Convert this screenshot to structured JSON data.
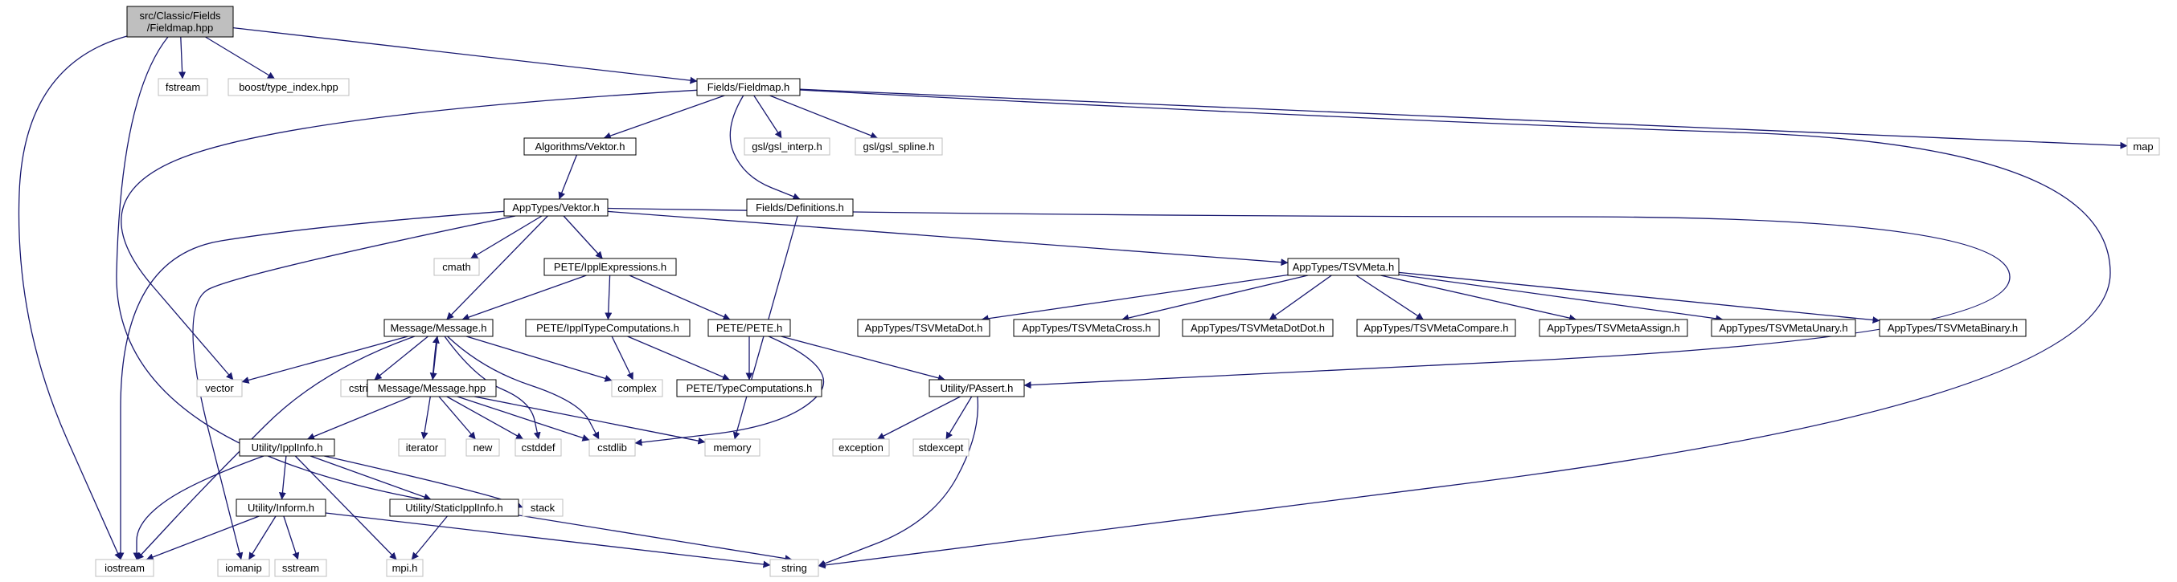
{
  "colors": {
    "edge": "#191970",
    "node_border_file": "#000000",
    "node_border_system": "#bfbfbf",
    "node_fill": "#ffffff",
    "node_fill_focus": "#bfbfbf",
    "label_text": "#000000"
  },
  "nodes": {
    "fieldmap_hpp": {
      "lines": [
        "src/Classic/Fields",
        "/Fieldmap.hpp"
      ],
      "kind": "focus"
    },
    "fstream": {
      "lines": [
        "fstream"
      ],
      "kind": "system"
    },
    "boost_type_index": {
      "lines": [
        "boost/type_index.hpp"
      ],
      "kind": "system"
    },
    "fieldmap_h": {
      "lines": [
        "Fields/Fieldmap.h"
      ],
      "kind": "file"
    },
    "algorithms_vektor": {
      "lines": [
        "Algorithms/Vektor.h"
      ],
      "kind": "file"
    },
    "gsl_interp": {
      "lines": [
        "gsl/gsl_interp.h"
      ],
      "kind": "system"
    },
    "gsl_spline": {
      "lines": [
        "gsl/gsl_spline.h"
      ],
      "kind": "system"
    },
    "map": {
      "lines": [
        "map"
      ],
      "kind": "system"
    },
    "apptypes_vektor": {
      "lines": [
        "AppTypes/Vektor.h"
      ],
      "kind": "file"
    },
    "fields_definitions": {
      "lines": [
        "Fields/Definitions.h"
      ],
      "kind": "file"
    },
    "cmath": {
      "lines": [
        "cmath"
      ],
      "kind": "system"
    },
    "pete_ippl_expressions": {
      "lines": [
        "PETE/IpplExpressions.h"
      ],
      "kind": "file"
    },
    "tsvmeta": {
      "lines": [
        "AppTypes/TSVMeta.h"
      ],
      "kind": "file"
    },
    "message_h": {
      "lines": [
        "Message/Message.h"
      ],
      "kind": "file"
    },
    "pete_ippl_type_computations": {
      "lines": [
        "PETE/IpplTypeComputations.h"
      ],
      "kind": "file"
    },
    "pete_pete": {
      "lines": [
        "PETE/PETE.h"
      ],
      "kind": "file"
    },
    "tsvmeta_dot": {
      "lines": [
        "AppTypes/TSVMetaDot.h"
      ],
      "kind": "file"
    },
    "tsvmeta_cross": {
      "lines": [
        "AppTypes/TSVMetaCross.h"
      ],
      "kind": "file"
    },
    "tsvmeta_dotdot": {
      "lines": [
        "AppTypes/TSVMetaDotDot.h"
      ],
      "kind": "file"
    },
    "tsvmeta_compare": {
      "lines": [
        "AppTypes/TSVMetaCompare.h"
      ],
      "kind": "file"
    },
    "tsvmeta_assign": {
      "lines": [
        "AppTypes/TSVMetaAssign.h"
      ],
      "kind": "file"
    },
    "tsvmeta_unary": {
      "lines": [
        "AppTypes/TSVMetaUnary.h"
      ],
      "kind": "file"
    },
    "tsvmeta_binary": {
      "lines": [
        "AppTypes/TSVMetaBinary.h"
      ],
      "kind": "file"
    },
    "vector": {
      "lines": [
        "vector"
      ],
      "kind": "system"
    },
    "cstring": {
      "lines": [
        "cstring"
      ],
      "kind": "system"
    },
    "message_hpp": {
      "lines": [
        "Message/Message.hpp"
      ],
      "kind": "file"
    },
    "complex": {
      "lines": [
        "complex"
      ],
      "kind": "system"
    },
    "pete_type_computations": {
      "lines": [
        "PETE/TypeComputations.h"
      ],
      "kind": "file"
    },
    "utility_passert": {
      "lines": [
        "Utility/PAssert.h"
      ],
      "kind": "file"
    },
    "utility_ippl_info": {
      "lines": [
        "Utility/IpplInfo.h"
      ],
      "kind": "file"
    },
    "iterator": {
      "lines": [
        "iterator"
      ],
      "kind": "system"
    },
    "new": {
      "lines": [
        "new"
      ],
      "kind": "system"
    },
    "cstddef": {
      "lines": [
        "cstddef"
      ],
      "kind": "system"
    },
    "cstdlib": {
      "lines": [
        "cstdlib"
      ],
      "kind": "system"
    },
    "memory": {
      "lines": [
        "memory"
      ],
      "kind": "system"
    },
    "exception": {
      "lines": [
        "exception"
      ],
      "kind": "system"
    },
    "stdexcept": {
      "lines": [
        "stdexcept"
      ],
      "kind": "system"
    },
    "stack": {
      "lines": [
        "stack"
      ],
      "kind": "system"
    },
    "utility_inform": {
      "lines": [
        "Utility/Inform.h"
      ],
      "kind": "file"
    },
    "utility_static_ippl_info": {
      "lines": [
        "Utility/StaticIpplInfo.h"
      ],
      "kind": "file"
    },
    "iostream": {
      "lines": [
        "iostream"
      ],
      "kind": "system"
    },
    "iomanip": {
      "lines": [
        "iomanip"
      ],
      "kind": "system"
    },
    "sstream": {
      "lines": [
        "sstream"
      ],
      "kind": "system"
    },
    "mpi": {
      "lines": [
        "mpi.h"
      ],
      "kind": "system"
    },
    "string": {
      "lines": [
        "string"
      ],
      "kind": "system"
    }
  },
  "edges": [
    [
      "fieldmap_hpp",
      "iostream"
    ],
    [
      "fieldmap_hpp",
      "fstream"
    ],
    [
      "fieldmap_hpp",
      "boost_type_index"
    ],
    [
      "fieldmap_hpp",
      "fieldmap_h"
    ],
    [
      "fieldmap_hpp",
      "string"
    ],
    [
      "fieldmap_h",
      "algorithms_vektor"
    ],
    [
      "fieldmap_h",
      "gsl_interp"
    ],
    [
      "fieldmap_h",
      "gsl_spline"
    ],
    [
      "fieldmap_h",
      "map"
    ],
    [
      "fieldmap_h",
      "fields_definitions"
    ],
    [
      "fieldmap_h",
      "vector"
    ],
    [
      "fieldmap_h",
      "string"
    ],
    [
      "algorithms_vektor",
      "apptypes_vektor"
    ],
    [
      "apptypes_vektor",
      "cmath"
    ],
    [
      "apptypes_vektor",
      "pete_ippl_expressions"
    ],
    [
      "apptypes_vektor",
      "tsvmeta"
    ],
    [
      "apptypes_vektor",
      "message_h"
    ],
    [
      "apptypes_vektor",
      "iostream"
    ],
    [
      "apptypes_vektor",
      "iomanip"
    ],
    [
      "apptypes_vektor",
      "utility_passert"
    ],
    [
      "fields_definitions",
      "memory"
    ],
    [
      "pete_ippl_expressions",
      "message_h"
    ],
    [
      "pete_ippl_expressions",
      "pete_ippl_type_computations"
    ],
    [
      "pete_ippl_expressions",
      "pete_pete"
    ],
    [
      "tsvmeta",
      "tsvmeta_dot"
    ],
    [
      "tsvmeta",
      "tsvmeta_cross"
    ],
    [
      "tsvmeta",
      "tsvmeta_dotdot"
    ],
    [
      "tsvmeta",
      "tsvmeta_compare"
    ],
    [
      "tsvmeta",
      "tsvmeta_assign"
    ],
    [
      "tsvmeta",
      "tsvmeta_unary"
    ],
    [
      "tsvmeta",
      "tsvmeta_binary"
    ],
    [
      "message_h",
      "vector"
    ],
    [
      "message_h",
      "cstring"
    ],
    [
      "message_h",
      "message_hpp"
    ],
    [
      "message_h",
      "complex"
    ],
    [
      "message_h",
      "cstddef"
    ],
    [
      "message_h",
      "cstdlib"
    ],
    [
      "message_h",
      "iostream"
    ],
    [
      "message_hpp",
      "message_h"
    ],
    [
      "message_hpp",
      "utility_ippl_info"
    ],
    [
      "message_hpp",
      "iterator"
    ],
    [
      "message_hpp",
      "new"
    ],
    [
      "message_hpp",
      "cstddef"
    ],
    [
      "message_hpp",
      "cstdlib"
    ],
    [
      "message_hpp",
      "memory"
    ],
    [
      "pete_ippl_type_computations",
      "complex"
    ],
    [
      "pete_ippl_type_computations",
      "pete_type_computations"
    ],
    [
      "pete_pete",
      "pete_type_computations"
    ],
    [
      "pete_pete",
      "utility_passert"
    ],
    [
      "pete_pete",
      "cstdlib"
    ],
    [
      "utility_passert",
      "exception"
    ],
    [
      "utility_passert",
      "stdexcept"
    ],
    [
      "utility_passert",
      "string"
    ],
    [
      "utility_ippl_info",
      "iostream"
    ],
    [
      "utility_ippl_info",
      "utility_inform"
    ],
    [
      "utility_ippl_info",
      "utility_static_ippl_info"
    ],
    [
      "utility_ippl_info",
      "stack"
    ],
    [
      "utility_ippl_info",
      "mpi"
    ],
    [
      "utility_inform",
      "iostream"
    ],
    [
      "utility_inform",
      "iomanip"
    ],
    [
      "utility_inform",
      "sstream"
    ],
    [
      "utility_inform",
      "string"
    ],
    [
      "utility_static_ippl_info",
      "mpi"
    ]
  ]
}
